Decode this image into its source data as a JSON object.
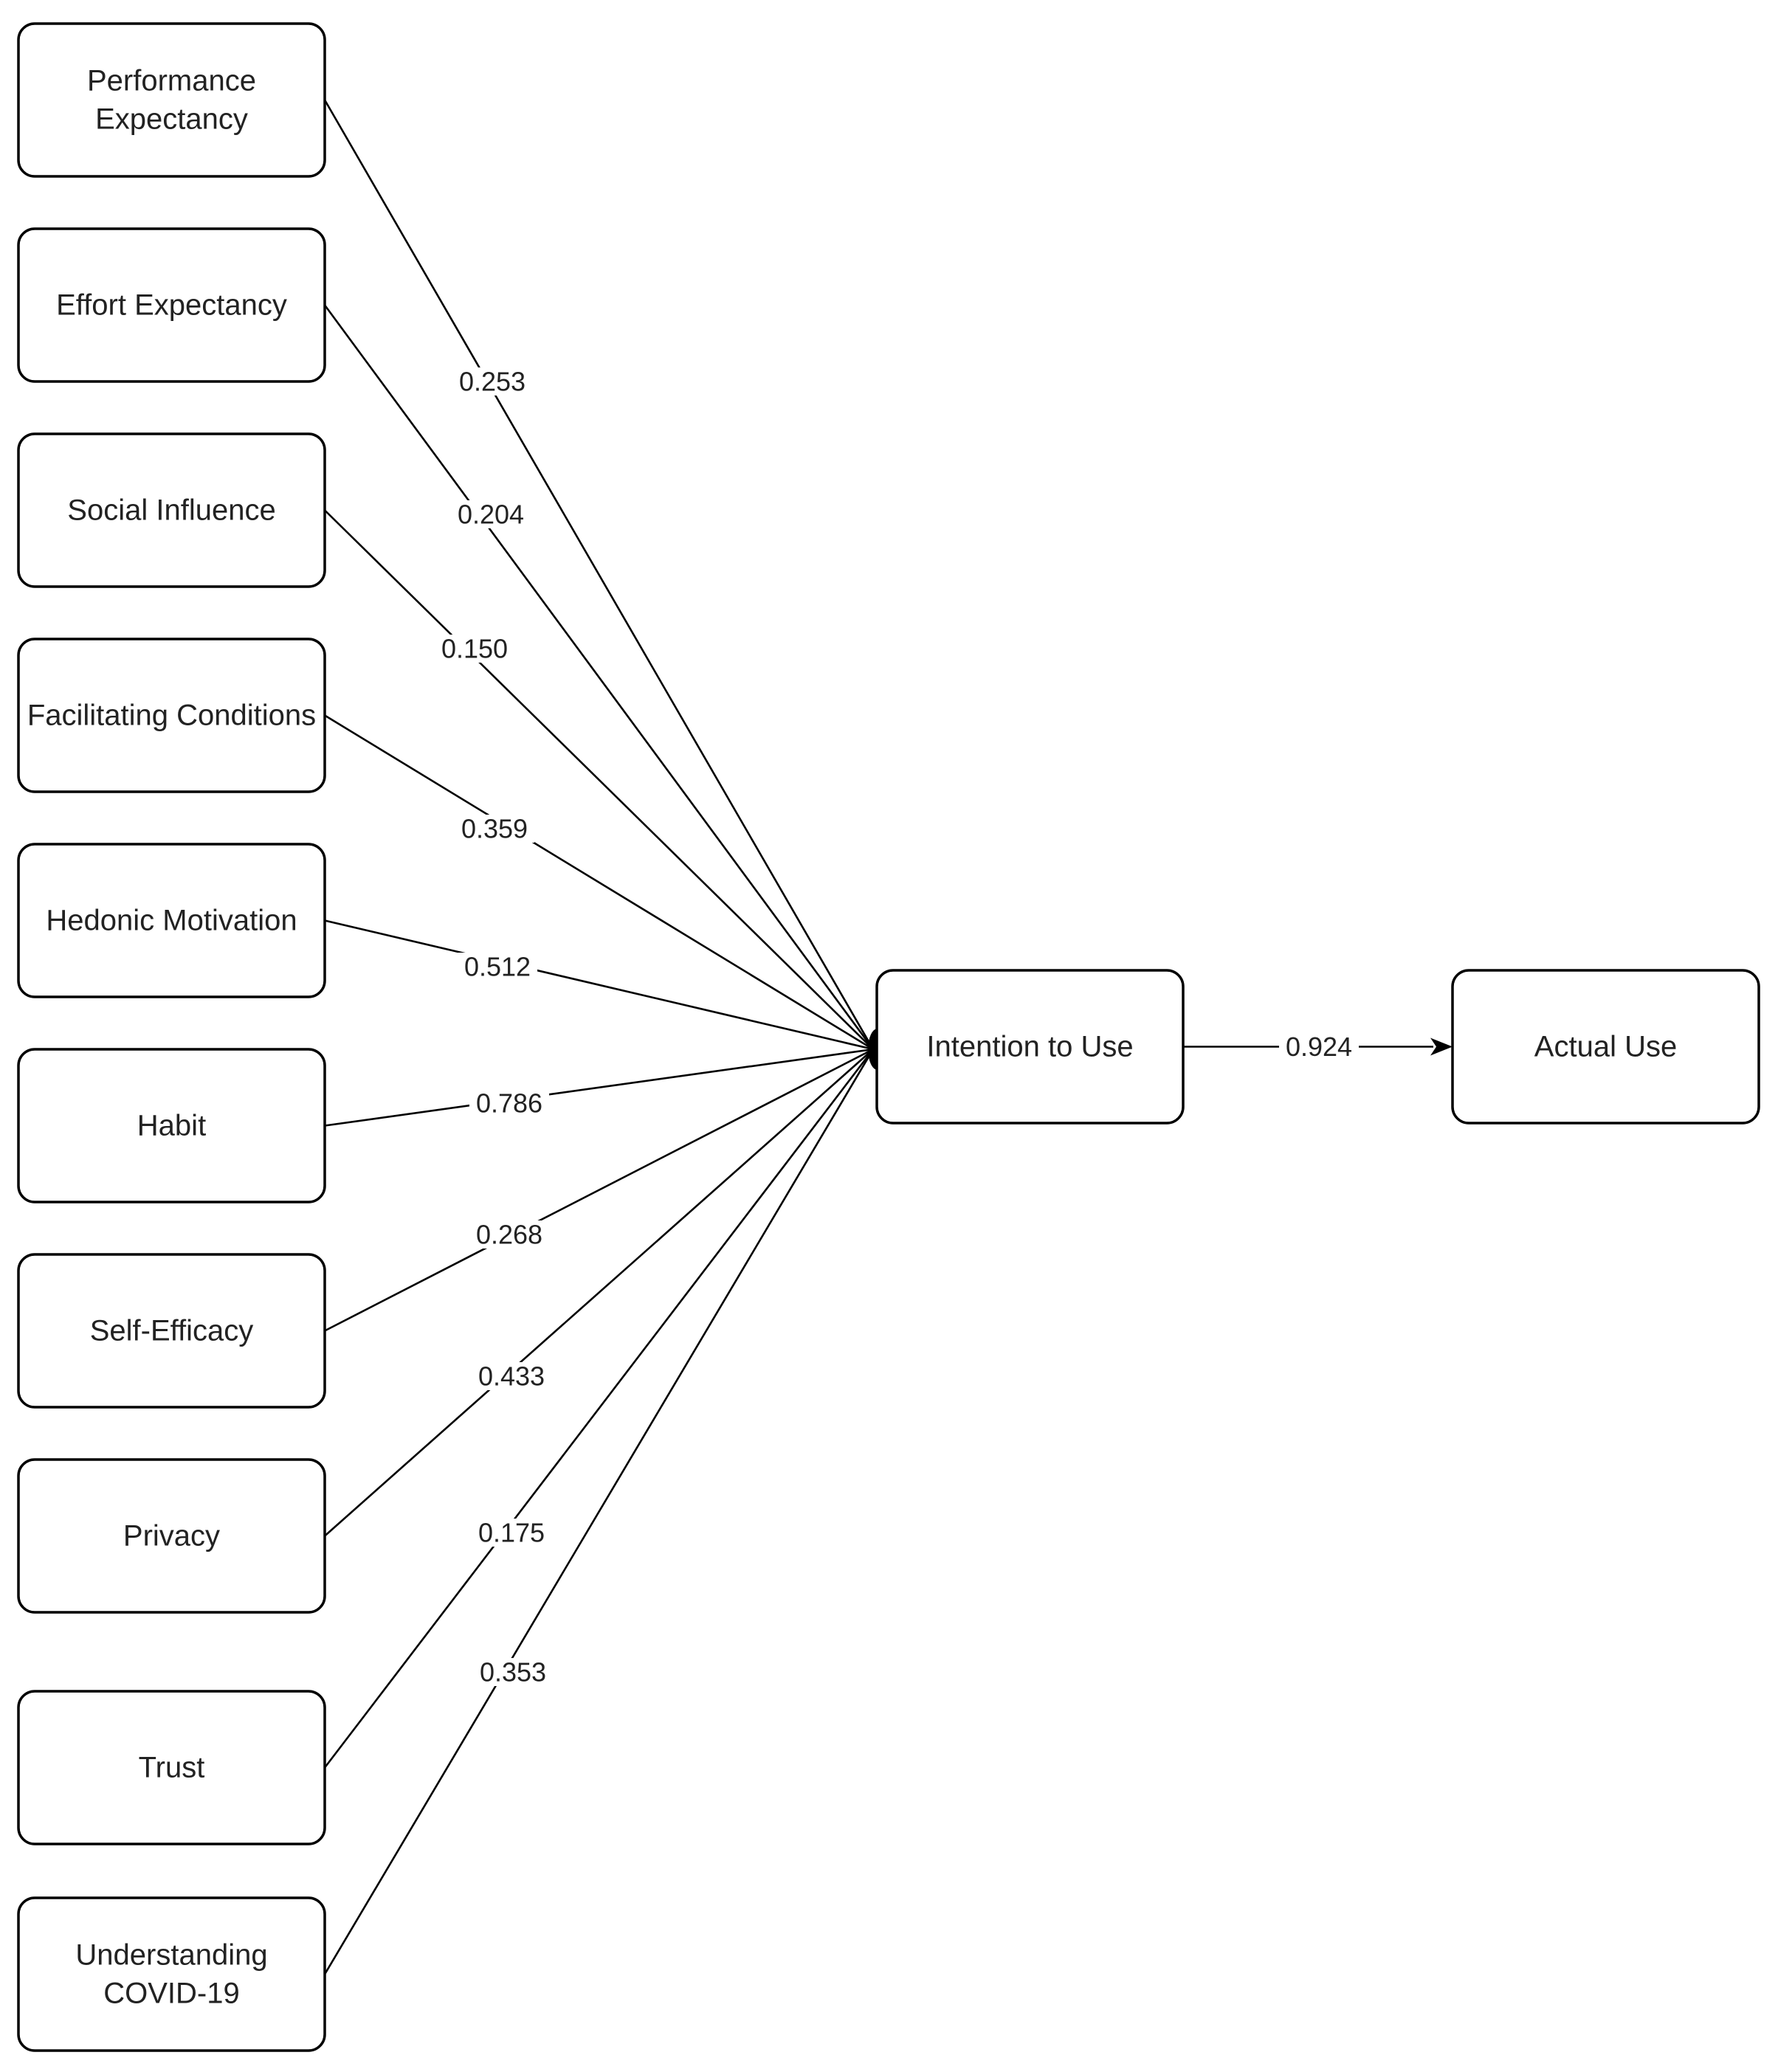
{
  "diagram": {
    "predictors": [
      {
        "label": "Performance Expectancy",
        "lines": [
          "Performance",
          "Expectancy"
        ],
        "coefficient": "0.253"
      },
      {
        "label": "Effort Expectancy",
        "lines": [
          "Effort Expectancy"
        ],
        "coefficient": "0.204"
      },
      {
        "label": "Social Influence",
        "lines": [
          "Social Influence"
        ],
        "coefficient": "0.150"
      },
      {
        "label": "Facilitating Conditions",
        "lines": [
          "Facilitating Conditions"
        ],
        "coefficient": "0.359"
      },
      {
        "label": "Hedonic Motivation",
        "lines": [
          "Hedonic Motivation"
        ],
        "coefficient": "0.512"
      },
      {
        "label": "Habit",
        "lines": [
          "Habit"
        ],
        "coefficient": "0.786"
      },
      {
        "label": "Self-Efficacy",
        "lines": [
          "Self-Efficacy"
        ],
        "coefficient": "0.268"
      },
      {
        "label": "Privacy",
        "lines": [
          "Privacy"
        ],
        "coefficient": "0.433"
      },
      {
        "label": "Trust",
        "lines": [
          "Trust"
        ],
        "coefficient": "0.175"
      },
      {
        "label": "Understanding COVID-19",
        "lines": [
          "Understanding",
          "COVID-19"
        ],
        "coefficient": "0.353"
      }
    ],
    "mediator": {
      "label": "Intention to Use"
    },
    "outcome": {
      "label": "Actual Use"
    },
    "mediator_to_outcome": {
      "coefficient": "0.924"
    }
  }
}
